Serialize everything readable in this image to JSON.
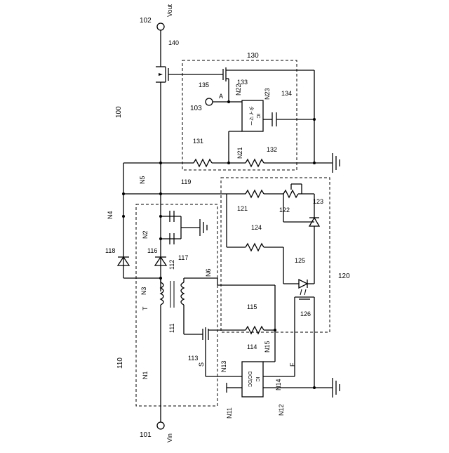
{
  "terminals": {
    "vin": {
      "ref": "101",
      "name": "Vin"
    },
    "vout": {
      "ref": "102",
      "name": "Vout"
    },
    "a": {
      "ref": "103",
      "name": "A"
    }
  },
  "figure_label": "100",
  "blocks": {
    "b110": "110",
    "b120": "120",
    "b130": "130"
  },
  "components": {
    "c111": "111",
    "c112": "112",
    "c113": "113",
    "c114": "114",
    "c115": "115",
    "c116": "116",
    "c117": "117",
    "c118": "118",
    "c119": "119",
    "c121": "121",
    "c122": "122",
    "c123": "123",
    "c124": "124",
    "c125": "125",
    "c126": "126",
    "c131": "131",
    "c132": "132",
    "c133": "133",
    "c134": "134",
    "c135": "135",
    "c140": "140"
  },
  "ic_labels": {
    "dcdc_l1": "DC/DC",
    "dcdc_l2": "IC",
    "timer_l1": "タイマー",
    "timer_l2": "IC"
  },
  "nodes": {
    "n1": "N1",
    "n2": "N2",
    "n3": "N3",
    "n4": "N4",
    "n5": "N5",
    "n6": "N6",
    "n11": "N11",
    "n12": "N12",
    "n13": "N13",
    "n14": "N14",
    "n15": "N15",
    "n21": "N21",
    "n22": "N22",
    "n23": "N23"
  },
  "signals": {
    "s": "S",
    "f": "F",
    "t": "T"
  }
}
